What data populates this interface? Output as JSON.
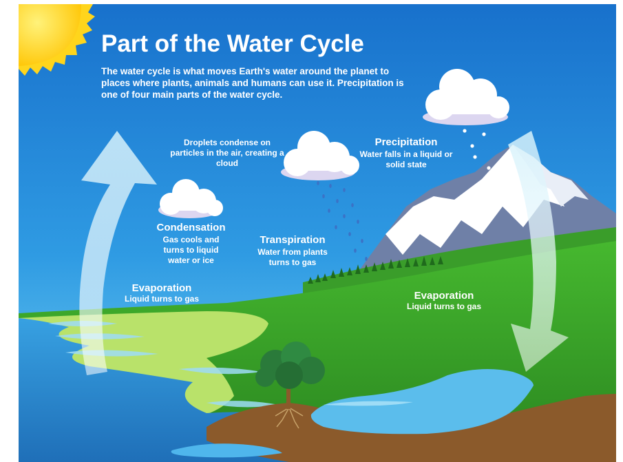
{
  "title": "Part of the Water Cycle",
  "intro": "The water cycle is what moves Earth's water around the planet to places where plants, animals and humans can use it. Precipitation is one of four main parts of the water cycle.",
  "labels": {
    "condense_note": "Droplets condense on particles in the air, creating a cloud",
    "precipitation": {
      "title": "Precipitation",
      "body": "Water falls in a liquid or solid state"
    },
    "condensation": {
      "title": "Condensation",
      "body": "Gas cools and turns to liquid water or ice"
    },
    "transpiration": {
      "title": "Transpiration",
      "body": "Water from plants turns to gas"
    },
    "evaporation_left": {
      "title": "Evaporation",
      "body": "Liquid turns to gas"
    },
    "evaporation_right": {
      "title": "Evaporation",
      "body": "Liquid turns to gas"
    }
  },
  "colors": {
    "sky_top": "#1a7fd4",
    "sky_bottom": "#5cc4ef",
    "sea": "#2d8fd6",
    "grass": "#3fae2e",
    "light_grass": "#b9e26a",
    "soil": "#8b5a2b",
    "sun": "#ffd51c",
    "mountain": "#6f80a7",
    "snow": "#ffffff",
    "cloud": "#ffffff"
  },
  "icons": [
    "sun-icon",
    "cloud-icon",
    "mountain-icon",
    "tree-icon",
    "arrow-up-icon",
    "arrow-down-icon",
    "rain-drops-icon"
  ]
}
